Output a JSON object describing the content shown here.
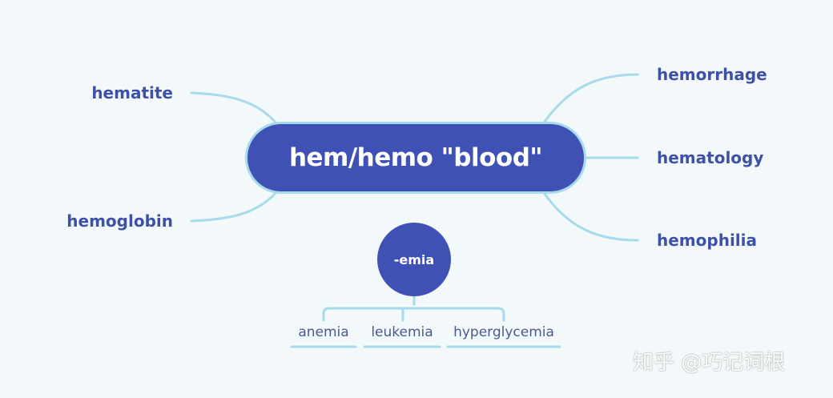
{
  "central": {
    "label": "hem/hemo \"blood\""
  },
  "branches": {
    "hematite": "hematite",
    "hemoglobin": "hemoglobin",
    "hemorrhage": "hemorrhage",
    "hematology": "hematology",
    "hemophilia": "hemophilia"
  },
  "suffix": {
    "label": "-emia",
    "children": [
      "anemia",
      "leukemia",
      "hyperglycemia"
    ]
  },
  "watermark": "知乎 @巧记词根",
  "colors": {
    "background": "#f3f9fa",
    "node_fill": "#3f51b5",
    "connector": "#a7daea",
    "branch_text": "#3f51a6",
    "sub_text": "#4a5a8c"
  }
}
